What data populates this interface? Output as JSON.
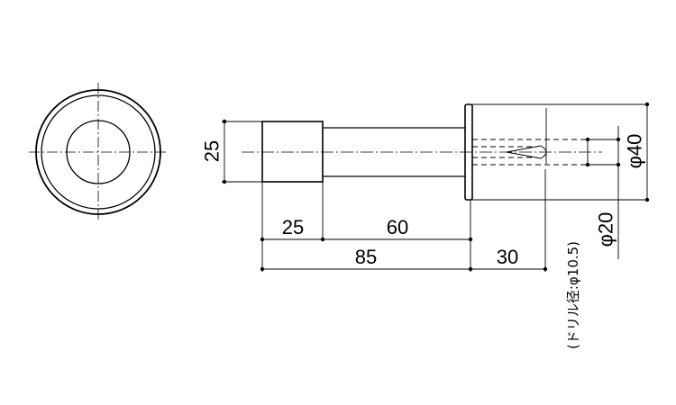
{
  "colors": {
    "line": "#000000",
    "background": "#ffffff"
  },
  "dimensions": {
    "head_diameter": "25",
    "head_length": "25",
    "shaft_length": "60",
    "total_length": "85",
    "anchor_length": "30",
    "base_diameter": "φ40",
    "anchor_diameter": "φ20",
    "drill_note": "(ドリル径:φ10.5)"
  }
}
